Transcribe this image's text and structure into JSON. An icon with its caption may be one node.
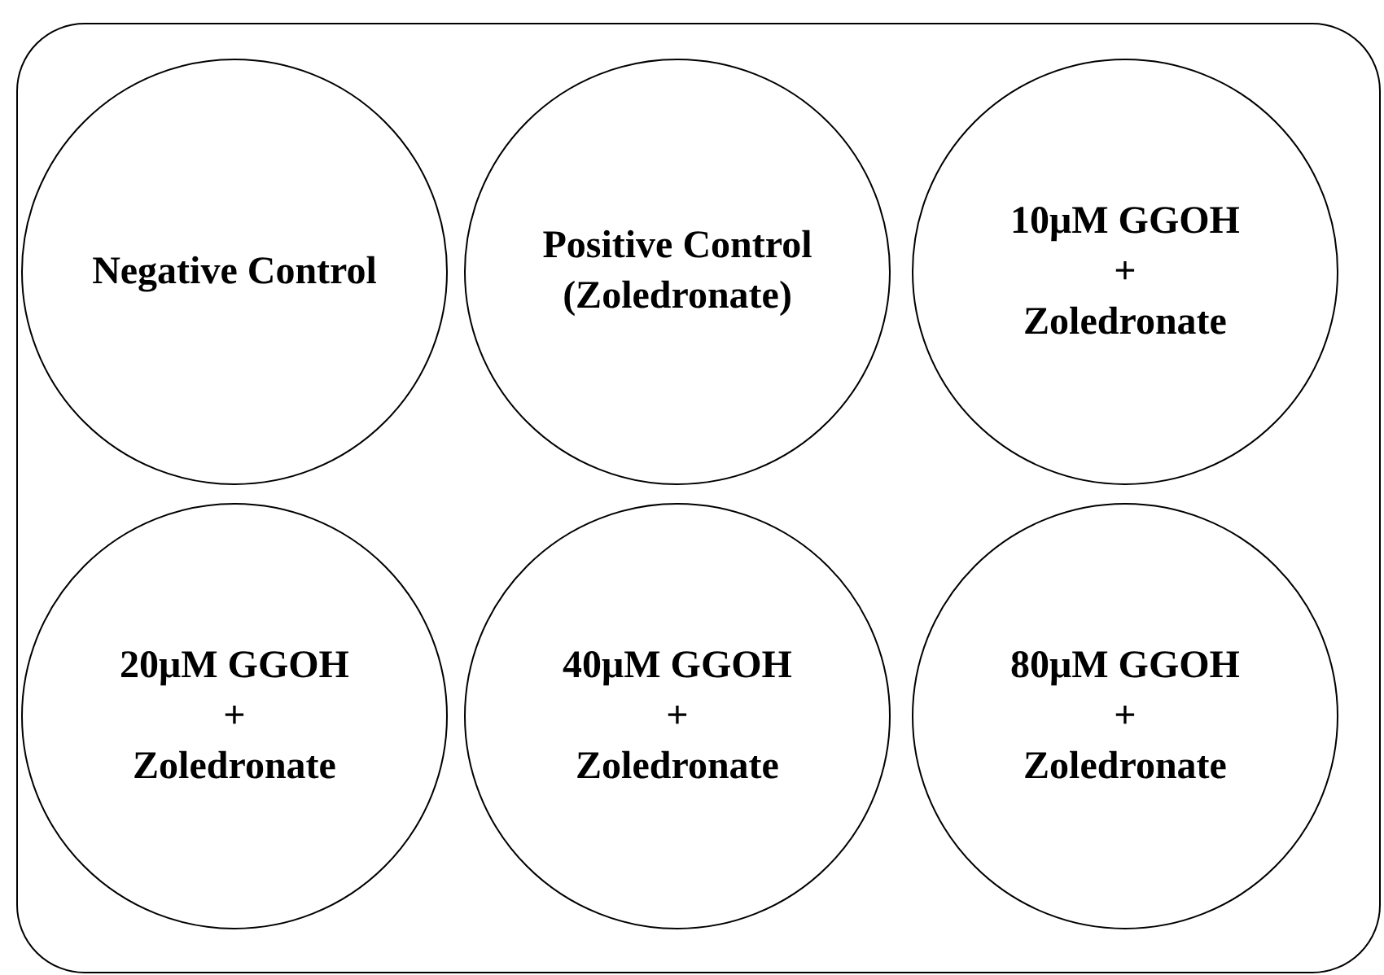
{
  "diagram": {
    "nodes": [
      {
        "text": [],
        "shape": "box"
      },
      {
        "text": [
          "Negative Control"
        ],
        "in": 0
      },
      {
        "text": [
          "Positive Control",
          "(Zoledronate)"
        ],
        "in": 0
      },
      {
        "text": [
          "10μM GGOH",
          "+",
          "Zoledronate"
        ],
        "in": 0
      },
      {
        "text": [
          "20μM GGOH",
          "+",
          "Zoledronate"
        ],
        "in": 0
      },
      {
        "text": [
          "40μM GGOH",
          "+",
          "Zoledronate"
        ],
        "in": 0
      },
      {
        "text": [
          "80μM GGOH",
          "+",
          "Zoledronate"
        ],
        "in": 0
      }
    ]
  }
}
